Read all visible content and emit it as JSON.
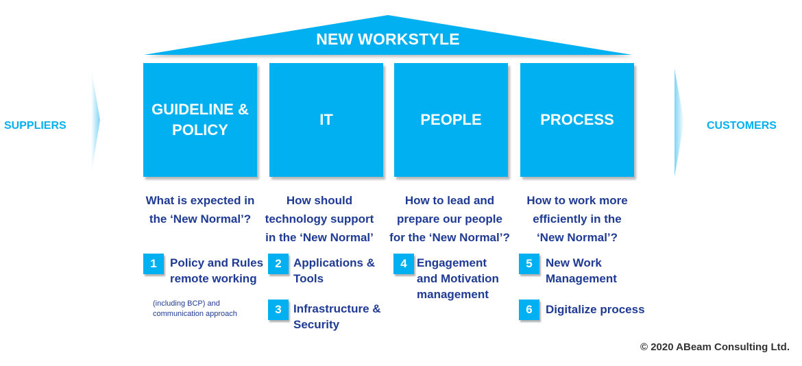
{
  "roof": {
    "title": "NEW WORKSTYLE"
  },
  "left_label": "SUPPLIERS",
  "right_label": "CUSTOMERS",
  "colors": {
    "accent": "#00B0F0",
    "text_dark": "#1F3A93"
  },
  "pillars": [
    {
      "label": "GUIDELINE & POLICY",
      "question": "What is expected in\nthe ‘New Normal’?"
    },
    {
      "label": "IT",
      "question": "How should\ntechnology support\nin the ‘New Normal’"
    },
    {
      "label": "PEOPLE",
      "question": "How to lead and\nprepare our people\nfor the ‘New Normal’?"
    },
    {
      "label": "PROCESS",
      "question": "How to work more\nefficiently in the\n‘New Normal’?"
    }
  ],
  "items": [
    {
      "number": "1",
      "text": "Policy and Rules\nremote working",
      "note": "(including BCP) and\ncommunication approach"
    },
    {
      "number": "2",
      "text": "Applications &\nTools"
    },
    {
      "number": "3",
      "text": "Infrastructure &\nSecurity"
    },
    {
      "number": "4",
      "text": "Engagement\nand Motivation\nmanagement"
    },
    {
      "number": "5",
      "text": "New Work\nManagement"
    },
    {
      "number": "6",
      "text": "Digitalize process"
    }
  ],
  "copyright": "© 2020 ABeam Consulting Ltd."
}
